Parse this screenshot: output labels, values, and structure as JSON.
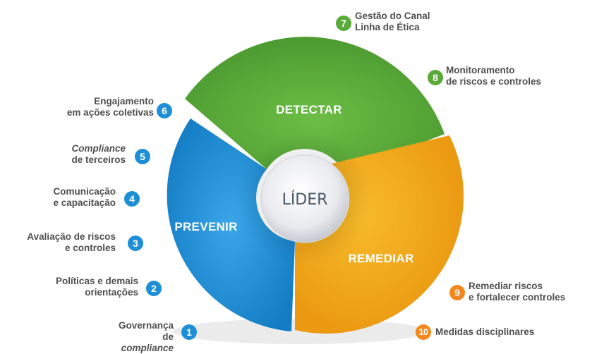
{
  "center": "LÍDER",
  "segments": [
    {
      "id": "detectar",
      "label": "DETECTAR",
      "color": "#5aaa3a"
    },
    {
      "id": "prevenir",
      "label": "PREVENIR",
      "color": "#1e8fd6"
    },
    {
      "id": "remediar",
      "label": "REMEDIAR",
      "color": "#f2a81d"
    }
  ],
  "items": [
    {
      "num": "1",
      "lines": [
        "Governança",
        "de compliance"
      ],
      "color": "#1e8fd6"
    },
    {
      "num": "2",
      "lines": [
        "Políticas e demais",
        "orientações"
      ],
      "color": "#1e8fd6"
    },
    {
      "num": "3",
      "lines": [
        "Avaliação de riscos",
        "e controles"
      ],
      "color": "#1e8fd6"
    },
    {
      "num": "4",
      "lines": [
        "Comunicação",
        "e capacitação"
      ],
      "color": "#1e8fd6"
    },
    {
      "num": "5",
      "lines": [
        "Compliance",
        "de terceiros"
      ],
      "color": "#1e8fd6"
    },
    {
      "num": "6",
      "lines": [
        "Engajamento",
        "em ações coletivas"
      ],
      "color": "#1e8fd6"
    },
    {
      "num": "7",
      "lines": [
        "Gestão do Canal",
        "Linha de Ética"
      ],
      "color": "#5aaa3a"
    },
    {
      "num": "8",
      "lines": [
        "Monitoramento",
        "de riscos e controles"
      ],
      "color": "#5aaa3a"
    },
    {
      "num": "9",
      "lines": [
        "Remediar riscos",
        "e fortalecer controles"
      ],
      "color": "#f2881d"
    },
    {
      "num": "10",
      "lines": [
        "Medidas disciplinares"
      ],
      "color": "#f2881d"
    }
  ]
}
